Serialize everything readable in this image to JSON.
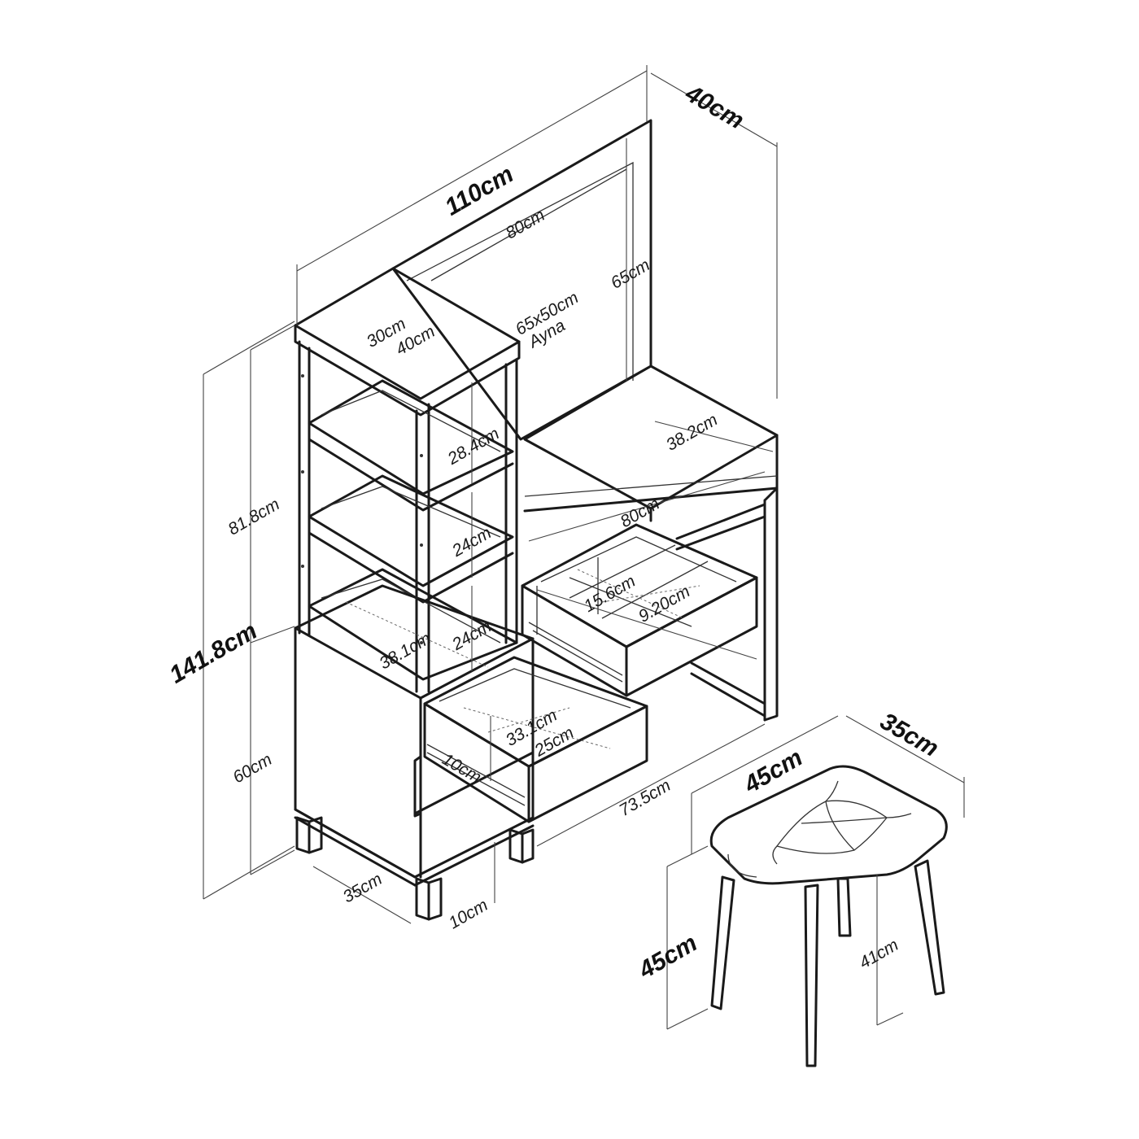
{
  "dimensions": {
    "total_width": "110cm",
    "depth": "40cm",
    "mirror_width": "80cm",
    "mirror_height": "65cm",
    "mirror_size": "65x50cm",
    "mirror_name": "Ayna",
    "shelf_width": "30cm",
    "shelf_depth": "40cm",
    "shelf1_height": "28.4cm",
    "shelf2_height": "24cm",
    "shelf3_height": "24cm",
    "shelf_inner_width": "38.1cm",
    "upper_height": "81.8cm",
    "total_height": "141.8cm",
    "lower_height": "60cm",
    "desk_depth": "38.2cm",
    "desk_width": "80cm",
    "drawer_comp1": "15.6cm",
    "drawer_comp2": "9.20cm",
    "lower_drawer_width": "33.1cm",
    "lower_drawer_depth": "25cm",
    "lower_drawer_height": "10cm",
    "knee_width": "73.5cm",
    "base_depth": "35cm",
    "leg_height": "10cm"
  },
  "stool": {
    "width": "45cm",
    "depth": "35cm",
    "height": "45cm",
    "leg_height": "41cm"
  }
}
